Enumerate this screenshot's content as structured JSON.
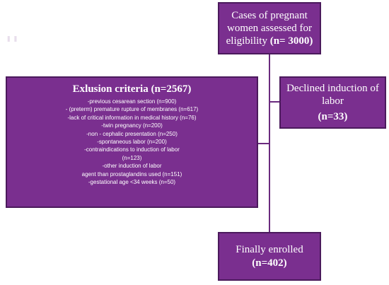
{
  "assessed": {
    "line1": "Cases of pregnant",
    "line2": "women assessed for",
    "line3_prefix": "eligibility ",
    "line3_bold": "(n= 3000)"
  },
  "declined": {
    "line1": "Declined induction of",
    "line2": "labor",
    "count": "(n=33)"
  },
  "exclusion": {
    "title": "Exlusion criteria (n=2567)",
    "items": [
      "-previous cesarean section (n=900)",
      "- (preterm) premature rupture of membranes (n=617)",
      "-lack of critical information in medical history (n=76)",
      "-twin pregnancy (n=200)",
      "-non - cephalic presentation (n=250)",
      "-spontaneous labor (n=200)",
      "-contraindications to induction of labor",
      "(n=123)",
      "-other induction of labor",
      "agent than prostaglandins used (n=151)",
      "-gestational age <34 weeks (n=50)"
    ]
  },
  "enrolled": {
    "line1": "Finally enrolled",
    "count": "(n=402)"
  },
  "colors": {
    "box_fill": "#7a2f8f",
    "box_border": "#4b1a5c",
    "connector": "#6a2a7e"
  }
}
